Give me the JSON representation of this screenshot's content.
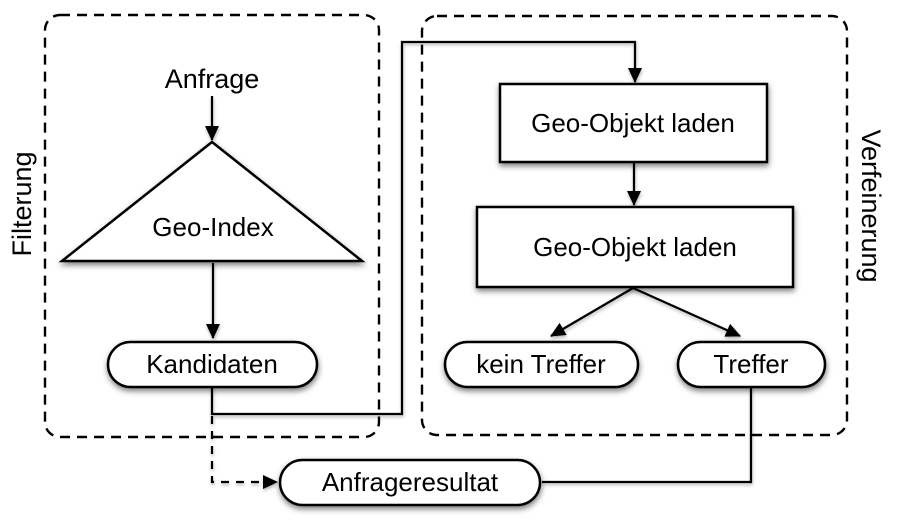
{
  "diagram": {
    "colors": {
      "stroke": "#000000",
      "node_fill": "#ffffff",
      "background": "#ffffff"
    },
    "groups": {
      "filterung": {
        "label": "Filterung"
      },
      "verfeinerung": {
        "label": "Verfeinerung"
      }
    },
    "nodes": {
      "anfrage": {
        "label": "Anfrage",
        "shape": "plain-text"
      },
      "geo_index": {
        "label": "Geo-Index",
        "shape": "triangle"
      },
      "kandidaten": {
        "label": "Kandidaten",
        "shape": "stadium"
      },
      "geo_objekt_laden_1": {
        "label": "Geo-Objekt laden",
        "shape": "rectangle"
      },
      "geo_objekt_laden_2": {
        "label": "Geo-Objekt laden",
        "shape": "rectangle"
      },
      "kein_treffer": {
        "label": "kein Treffer",
        "shape": "stadium"
      },
      "treffer": {
        "label": "Treffer",
        "shape": "stadium"
      },
      "anfrageresultat": {
        "label": "Anfrageresultat",
        "shape": "stadium"
      }
    },
    "edges": [
      {
        "from": "Anfrage",
        "to": "Geo-Index",
        "style": "solid-arrow"
      },
      {
        "from": "Geo-Index",
        "to": "Kandidaten",
        "style": "solid-arrow"
      },
      {
        "from": "Kandidaten",
        "to": "Geo-Objekt laden (oben)",
        "style": "solid-arrow"
      },
      {
        "from": "Geo-Objekt laden (oben)",
        "to": "Geo-Objekt laden (unten)",
        "style": "solid-arrow"
      },
      {
        "from": "Geo-Objekt laden (unten)",
        "to": "kein Treffer",
        "style": "solid-arrow"
      },
      {
        "from": "Geo-Objekt laden (unten)",
        "to": "Treffer",
        "style": "solid-arrow"
      },
      {
        "from": "Treffer",
        "to": "Anfrageresultat",
        "style": "solid-line"
      },
      {
        "from": "Kandidaten",
        "to": "Anfrageresultat",
        "style": "dashed-arrow"
      }
    ]
  }
}
